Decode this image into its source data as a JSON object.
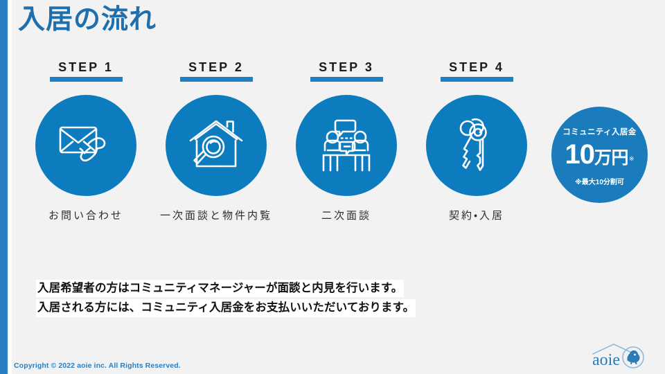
{
  "page": {
    "title": "入居の流れ",
    "accent_color": "#2a7fc1",
    "background_color": "#f2f2f2",
    "circle_color": "#0c7cbe",
    "title_color": "#1e6fae"
  },
  "steps": [
    {
      "label": "STEP 1",
      "caption": "お問い合わせ",
      "icon": "envelope-phone-icon"
    },
    {
      "label": "STEP 2",
      "caption": "一次面談と物件内覧",
      "icon": "house-magnifier-icon"
    },
    {
      "label": "STEP 3",
      "caption": "二次面談",
      "icon": "people-meeting-icon"
    },
    {
      "label": "STEP 4",
      "caption": "契約・入居",
      "icon": "keys-icon"
    }
  ],
  "price_badge": {
    "title": "コミュニティ入居金",
    "amount": "10",
    "unit": "万円",
    "mark": "※",
    "note": "※最大10分割可",
    "color": "#1a7bbd"
  },
  "body": {
    "line1": "入居希望者の方はコミュニティマネージャーが面談と内見を行います。",
    "line2": "入居される方には、コミュニティ入居金をお支払いいただいております。"
  },
  "footer": {
    "copyright": "Copyright © 2022 aoie inc.  All Rights Reserved.",
    "logo_text": "aoie",
    "logo_icon": "aoie-house-monkey-logo"
  }
}
